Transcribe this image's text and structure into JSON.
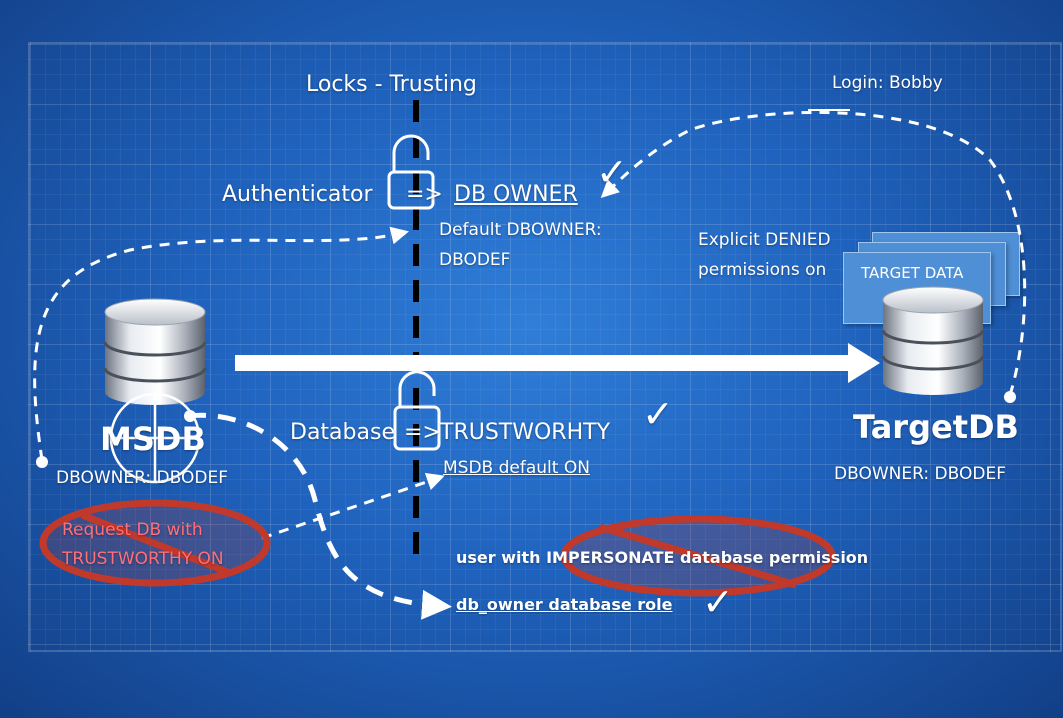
{
  "title": "Locks - Trusting",
  "login": "Login: Bobby",
  "authenticator": {
    "label": "Authenticator",
    "arrow": "=>",
    "target": "DB OWNER",
    "default_line1": "Default DBOWNER:",
    "default_line2": "DBODEF"
  },
  "database": {
    "label": "Database",
    "arrow": "=>",
    "target": "TRUSTWORHTY",
    "msdb_default": "MSDB default ON"
  },
  "msdb": {
    "name": "MSDB",
    "owner": "DBOWNER: DBODEF",
    "request_line1": "Request DB with",
    "request_line2": "TRUSTWORTHY ON"
  },
  "target": {
    "name": "TargetDB",
    "owner": "DBOWNER: DBODEF",
    "explicit_line1": "Explicit DENIED",
    "explicit_line2": "permissions on",
    "card": "TARGET DATA"
  },
  "impersonate": "user with IMPERSONATE database permission",
  "db_owner_role": "db_owner database role",
  "checkmark": "✓",
  "colors": {
    "background": "#1f62bd",
    "line": "#ffffff",
    "prohibited": "#c0392b",
    "card": "#4f8fd6"
  }
}
